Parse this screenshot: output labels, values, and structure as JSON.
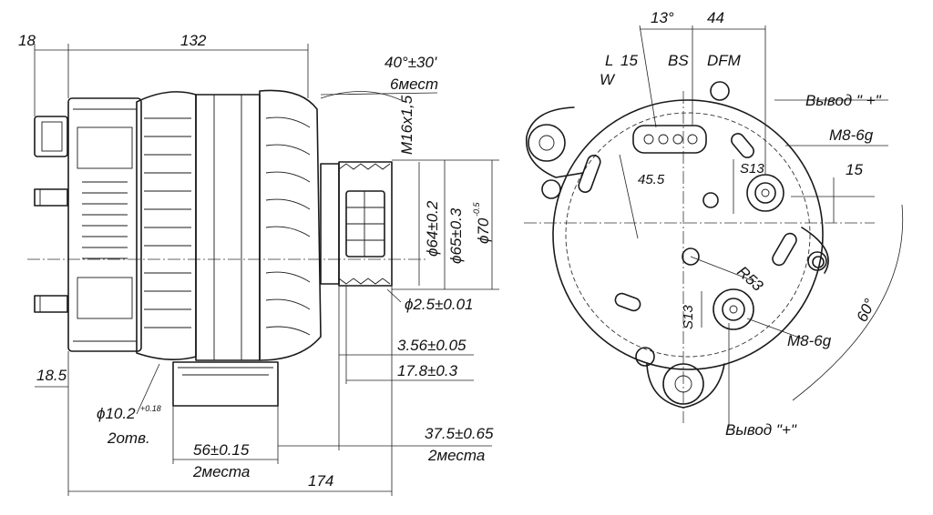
{
  "side_view": {
    "dims": {
      "d18": "18",
      "d132": "132",
      "angle": "40°±30'",
      "angle_count": "6мест",
      "thread": "M16x1,5",
      "d64": "ϕ64±0.2",
      "d65": "ϕ65±0.3",
      "d70": "ϕ70",
      "d70_tol": "-0.5",
      "d2_5": "ϕ2.5±0.01",
      "d3_56": "3.56±0.05",
      "d17_8": "17.8±0.3",
      "d18_5": "18.5",
      "d10_2": "ϕ10.2",
      "d10_2_tol": "+0.18",
      "d10_2_note": "2отв.",
      "d56": "56±0.15",
      "d56_note": "2места",
      "d37_5": "37.5±0.65",
      "d37_5_note": "2места",
      "d174": "174"
    }
  },
  "end_view": {
    "labels": {
      "angle13": "13°",
      "d44": "44",
      "L": "L",
      "n15": "15",
      "W": "W",
      "BS": "BS",
      "DFM": "DFM",
      "output_top": "Вывод \" +\"",
      "m8_top": "M8-6g",
      "s13_top": "S13",
      "d15": "15",
      "d45_5": "45.5",
      "r53": "R53",
      "s13_bottom": "S13",
      "m8_bottom": "M8-6g",
      "angle60": "60°",
      "output_bottom": "Вывод \"+\""
    }
  }
}
